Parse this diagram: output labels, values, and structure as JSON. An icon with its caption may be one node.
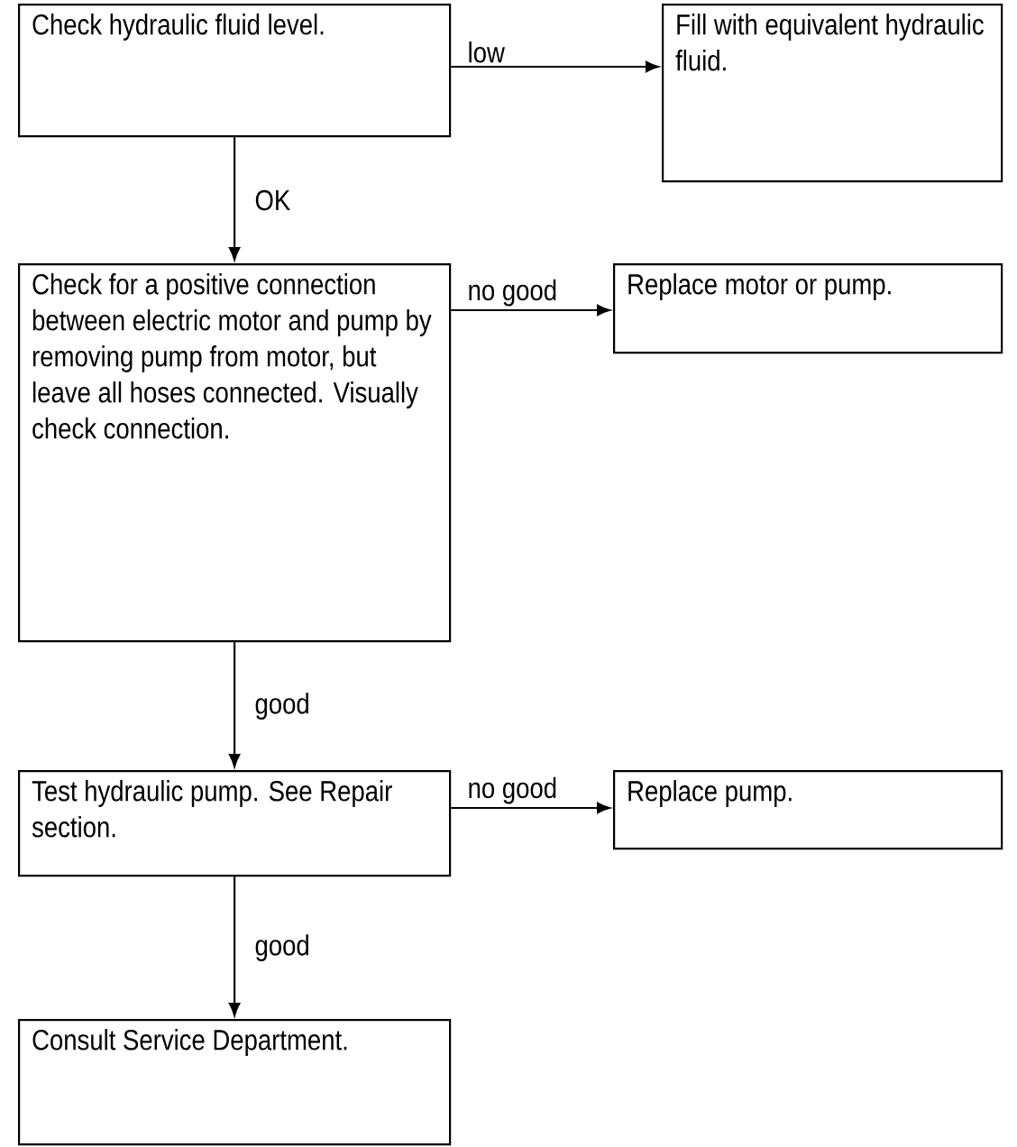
{
  "diagram": {
    "nodes": [
      {
        "text": [
          "Check hydraulic fluid level."
        ]
      },
      {
        "text": [
          "Fill with equivalent hydraulic fluid."
        ]
      },
      {
        "text": [
          "Check for a positive connection between electric motor and pump by removing pump from motor, but leave all hoses connected. Visually check connection."
        ]
      },
      {
        "text": [
          "Replace motor or pump."
        ]
      },
      {
        "text": [
          "Test hydraulic pump. See Repair section."
        ]
      },
      {
        "text": [
          "Replace pump."
        ]
      },
      {
        "text": [
          "Consult Service Department."
        ]
      }
    ],
    "edges": [
      {
        "from": 0,
        "to": 1,
        "arrow": "to",
        "label": "low"
      },
      {
        "from": 0,
        "to": 2,
        "arrow": "to",
        "label": "OK"
      },
      {
        "from": 2,
        "to": 3,
        "arrow": "to",
        "label": "no good"
      },
      {
        "from": 2,
        "to": 4,
        "arrow": "to",
        "label": "good"
      },
      {
        "from": 4,
        "to": 5,
        "arrow": "to",
        "label": "no good"
      },
      {
        "from": 4,
        "to": 6,
        "arrow": "to",
        "label": "good"
      }
    ]
  }
}
